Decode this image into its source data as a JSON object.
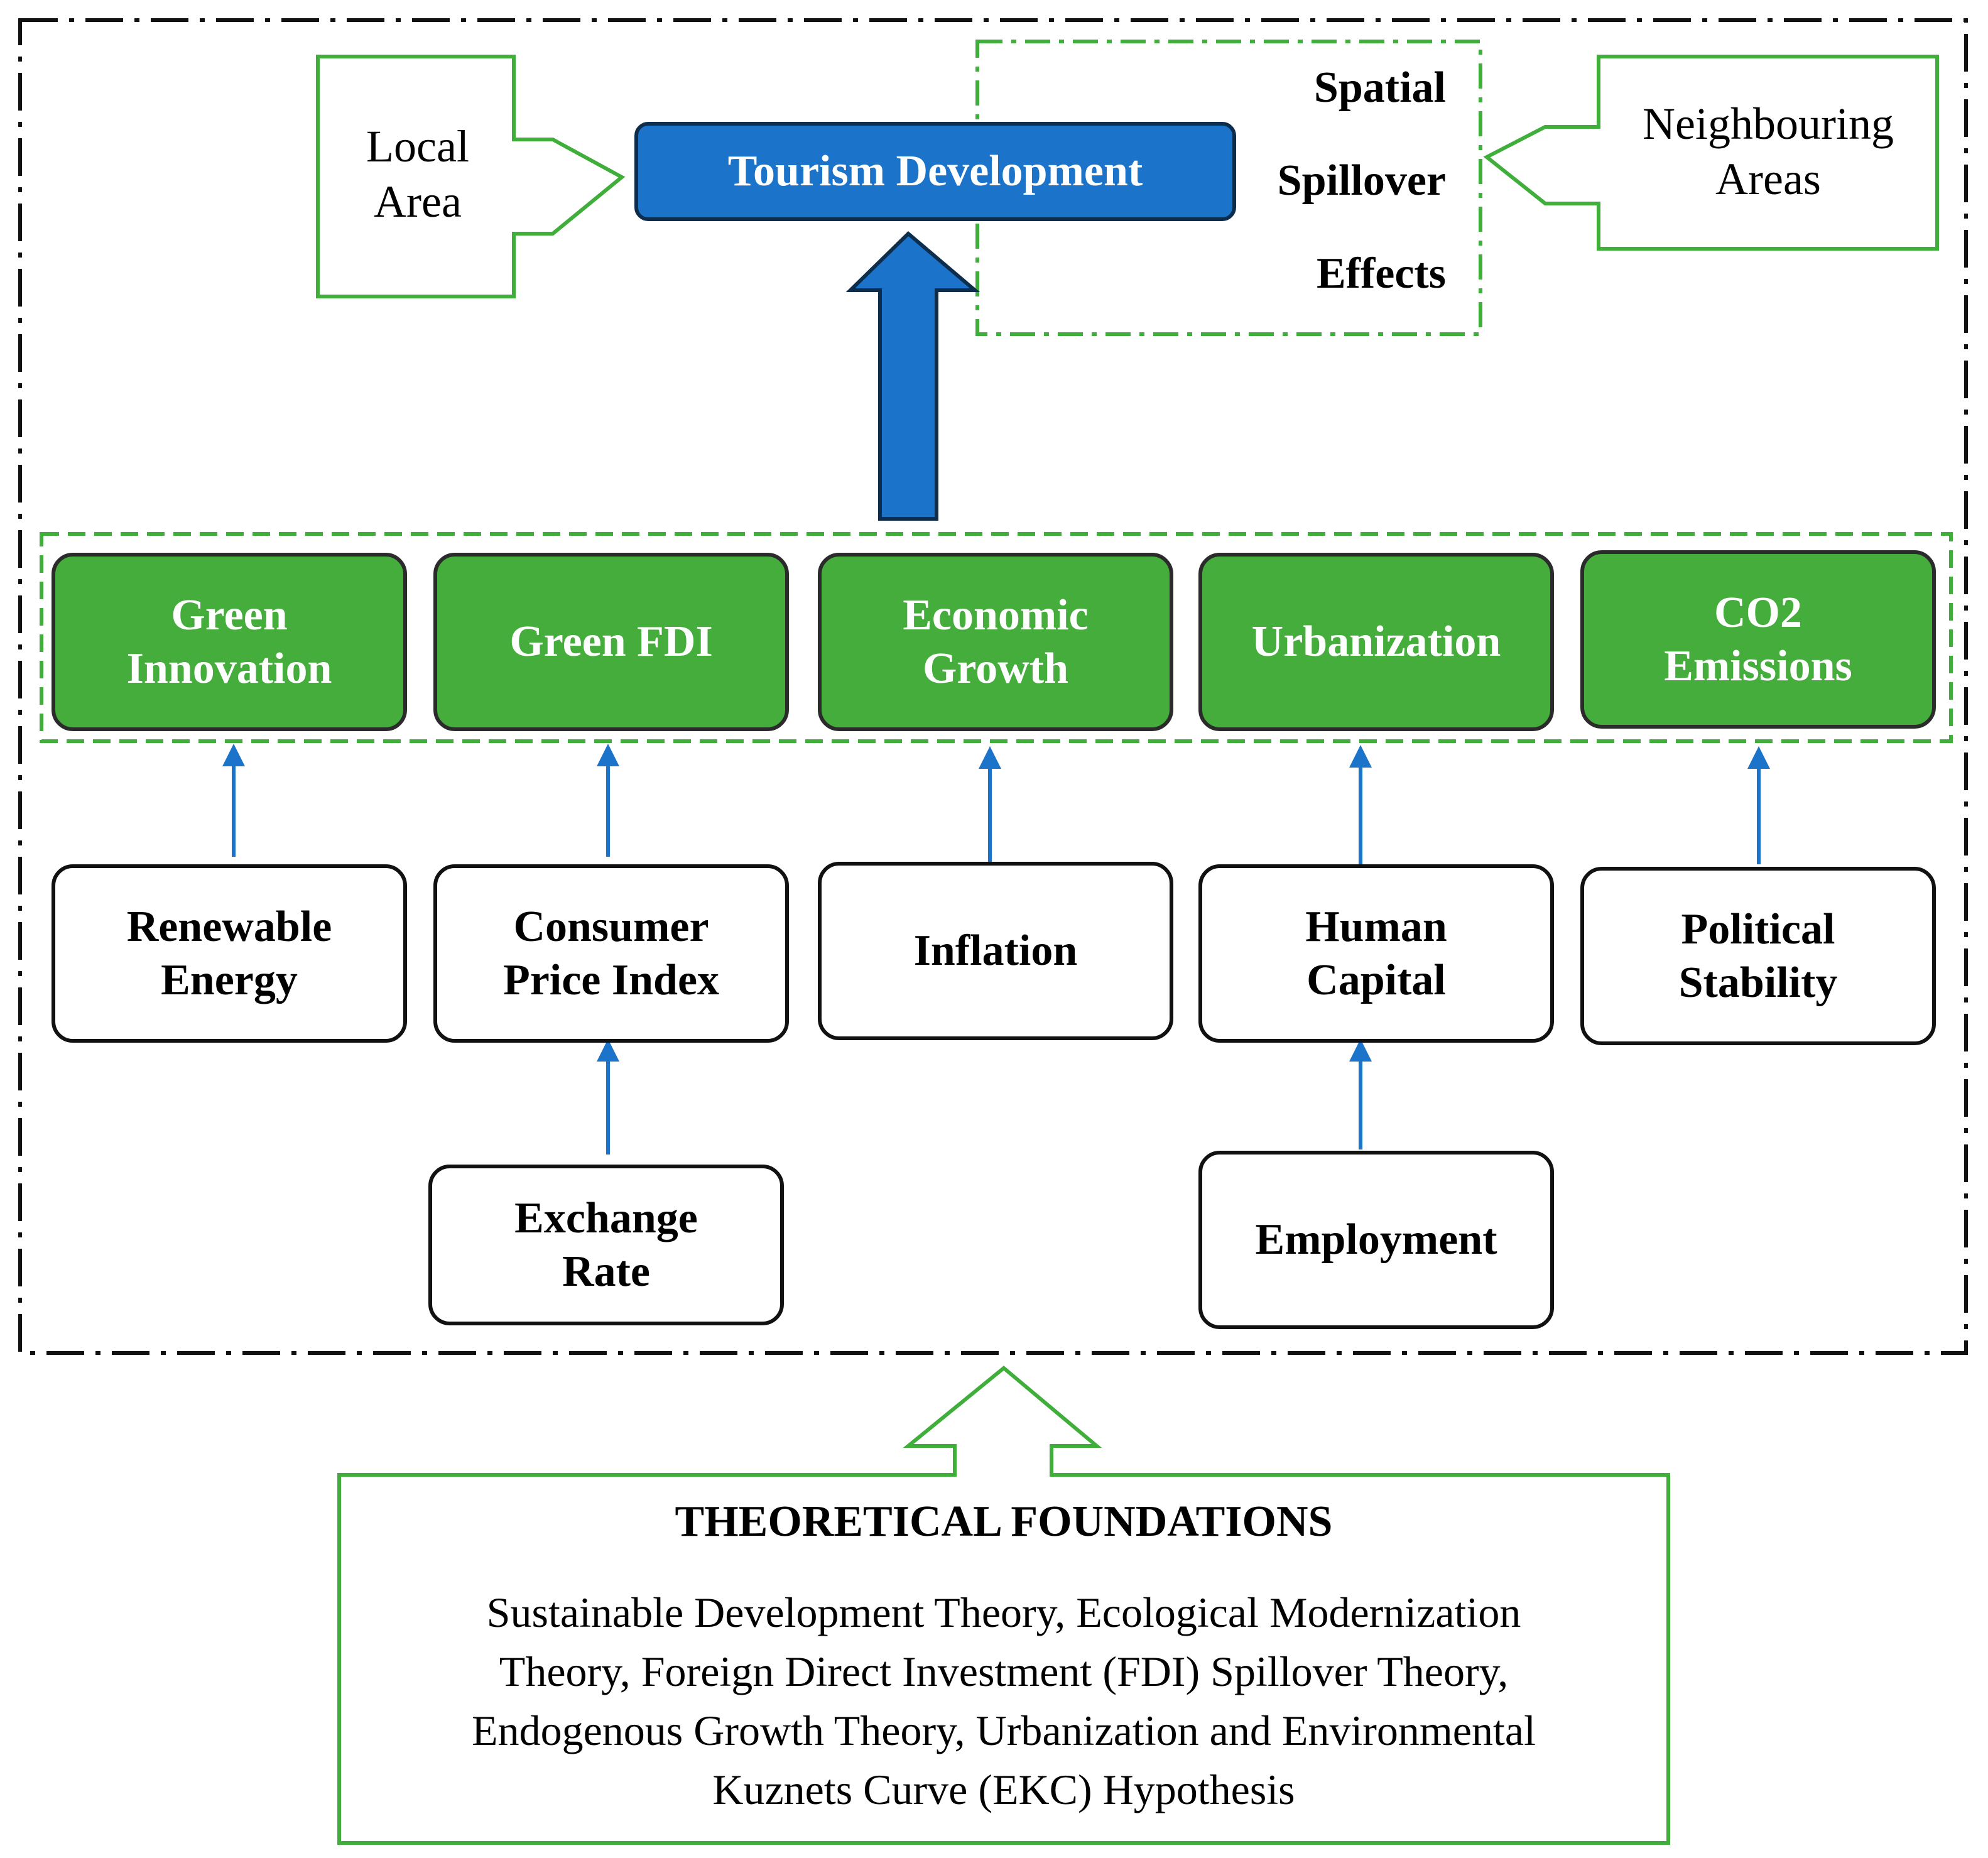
{
  "title_box": {
    "label": "Tourism Development"
  },
  "local_area": {
    "label": "Local\nArea"
  },
  "neighbouring_areas": {
    "label": "Neighbouring\nAreas"
  },
  "spillover": {
    "line1": "Spatial",
    "line2": "Spillover",
    "line3": "Effects"
  },
  "determinants": [
    {
      "label": "Green\nInnovation"
    },
    {
      "label": "Green FDI"
    },
    {
      "label": "Economic\nGrowth"
    },
    {
      "label": "Urbanization"
    },
    {
      "label": "CO2\nEmissions"
    }
  ],
  "controls": [
    {
      "label": "Renewable\nEnergy"
    },
    {
      "label": "Consumer\nPrice Index"
    },
    {
      "label": "Inflation"
    },
    {
      "label": "Human\nCapital"
    },
    {
      "label": "Political\nStability"
    }
  ],
  "secondary": [
    {
      "label": "Exchange\nRate"
    },
    {
      "label": "Employment"
    }
  ],
  "foundations": {
    "heading": "THEORETICAL FOUNDATIONS",
    "body": "Sustainable Development Theory, Ecological Modernization\nTheory, Foreign Direct Investment (FDI) Spillover Theory,\nEndogenous Growth Theory, Urbanization and Environmental\nKuznets Curve (EKC) Hypothesis"
  },
  "colors": {
    "green": "#44ad3b",
    "outline_green": "#3fae3a",
    "blue": "#1b74c9",
    "dark_blue": "#0d2d4d"
  }
}
